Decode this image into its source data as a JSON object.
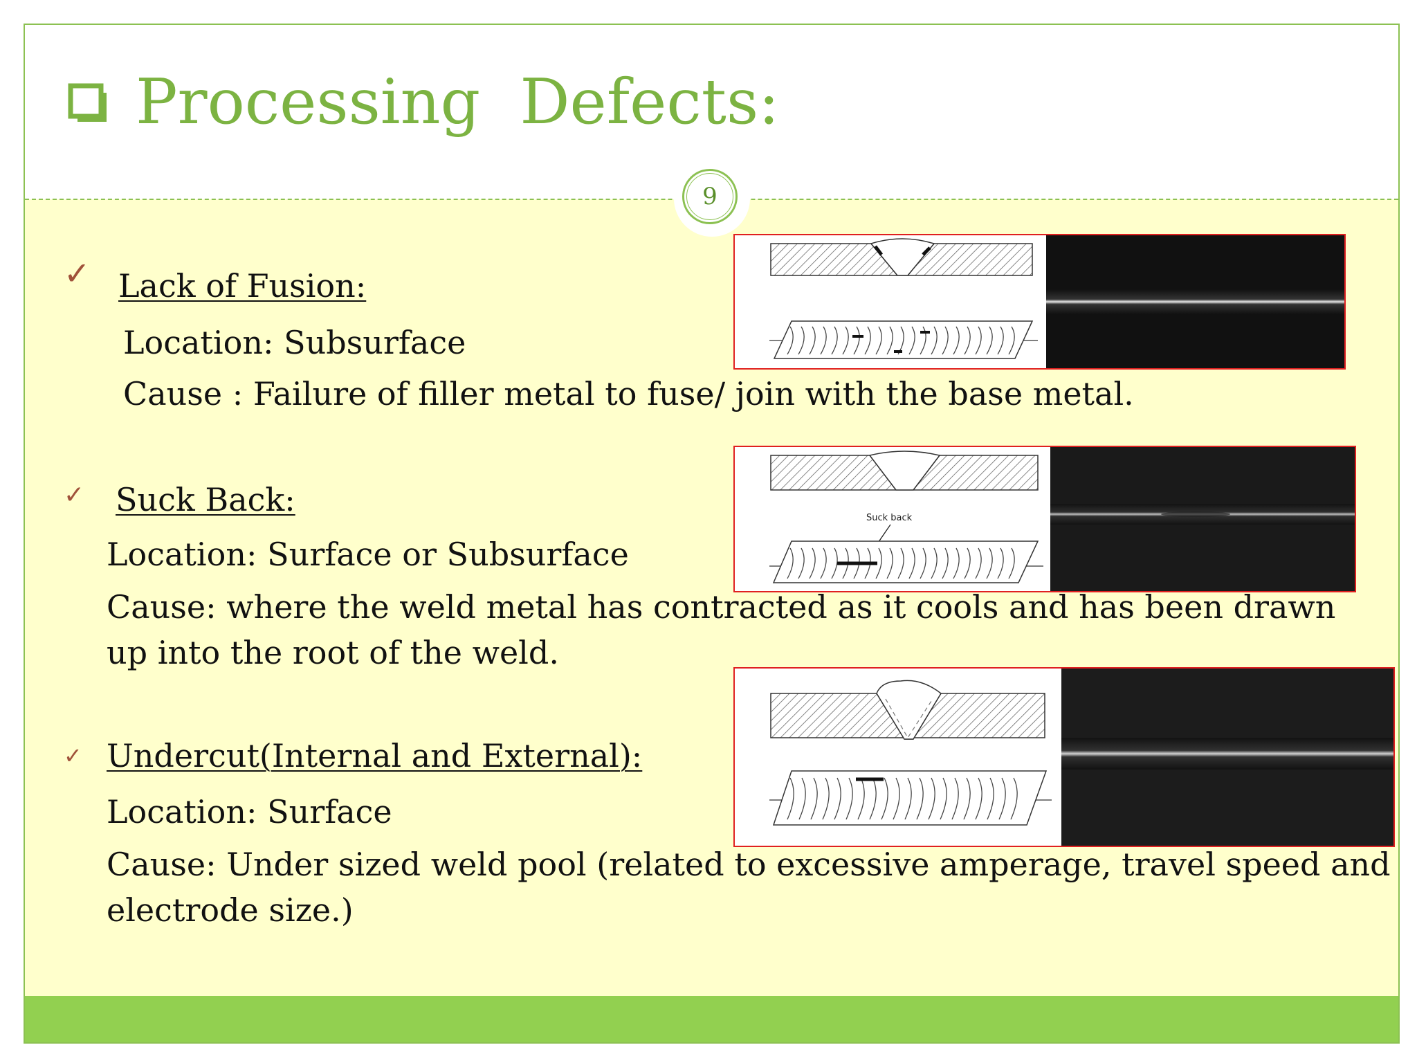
{
  "title": "Processing  Defects:",
  "page_number": "9",
  "defects": [
    {
      "heading": "Lack of Fusion:",
      "location": "Location: Subsurface",
      "cause": "Cause : Failure of filler metal to fuse/ join with the base metal."
    },
    {
      "heading": "Suck Back:",
      "location": "Location: Surface or Subsurface",
      "cause": "Cause: where the weld metal has contracted as it cools and has been drawn up into the root of the weld.",
      "figure_label": "Suck back"
    },
    {
      "heading": "Undercut(Internal and External):",
      "location": "Location: Surface",
      "cause": "Cause: Under sized weld pool (related to excessive amperage, travel speed and electrode size.)"
    }
  ],
  "colors": {
    "title": "#7cb342",
    "border": "#8cc152",
    "content_background": "#ffffcc",
    "footer": "#92d050",
    "check": "#a0523a",
    "figure_border": "#e02020"
  },
  "icons": {
    "title_bullet": "hollow-square-icon",
    "list_bullet": "checkmark-icon"
  }
}
